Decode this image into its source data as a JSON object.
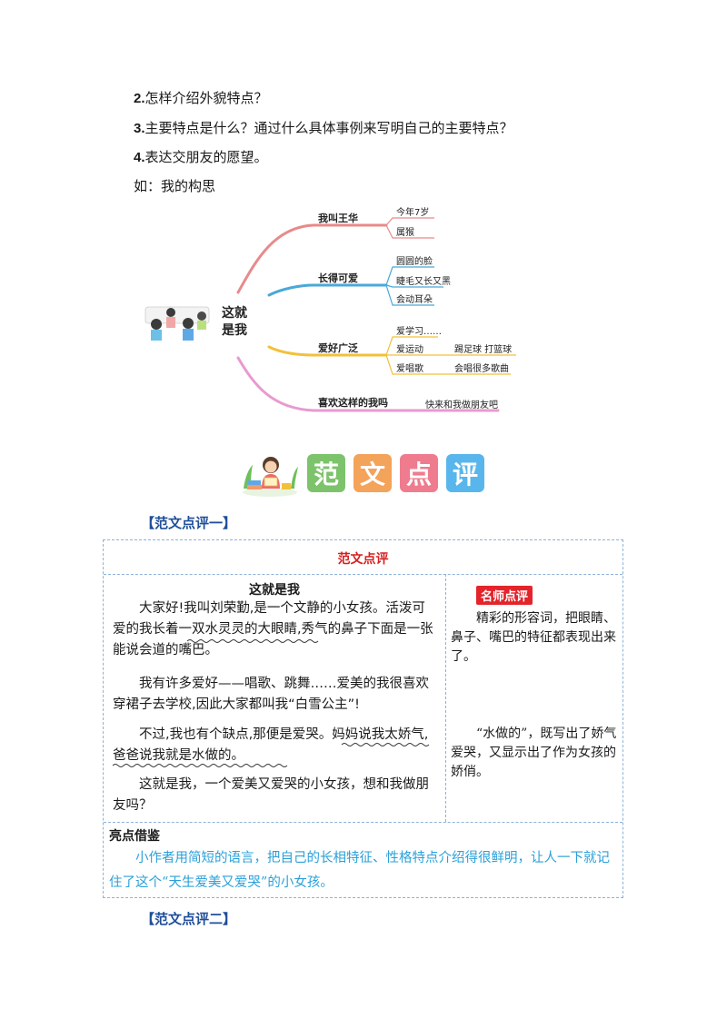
{
  "questions": [
    {
      "num": "2.",
      "text": "怎样介绍外貌特点？"
    },
    {
      "num": "3.",
      "text": "主要特点是什么？通过什么具体事例来写明自己的主要特点？"
    },
    {
      "num": "4.",
      "text": "表达交朋友的愿望。"
    }
  ],
  "example_intro": "如：我的构思",
  "mindmap": {
    "center": [
      "这就",
      "是我"
    ],
    "branches": [
      {
        "label": "我叫王华",
        "color": "#e88a8a",
        "leaves": [
          "今年7岁",
          "属猴"
        ]
      },
      {
        "label": "长得可爱",
        "color": "#4aa8d8",
        "leaves": [
          "圆圆的脸",
          "睫毛又长又黑",
          "会动耳朵"
        ]
      },
      {
        "label": "爱好广泛",
        "color": "#f2c13a",
        "leaves": [
          "爱学习……",
          "爱运动",
          "爱唱歌"
        ],
        "sub": [
          "踢足球  打篮球",
          "会唱很多歌曲"
        ]
      },
      {
        "label": "喜欢这样的我吗",
        "color": "#e89ad0",
        "leaves": [
          "快来和我做朋友吧"
        ]
      }
    ]
  },
  "banner": {
    "chars": [
      "范",
      "文",
      "点",
      "评"
    ],
    "colors": [
      "#7cc36b",
      "#f4a35a",
      "#ef7c8e",
      "#59b6ec"
    ]
  },
  "section1": "【范文点评一】",
  "section2": "【范文点评二】",
  "table": {
    "title": "范文点评",
    "essay_title": "这就是我",
    "paragraphs": [
      "大家好!我叫刘荣勤,是一个文静的小女孩。活泼可爱的我长着一双水灵灵的大眼睛,秀气的鼻子下面是一张能说会道的嘴巴。",
      "我有许多爱好——唱歌、跳舞……爱美的我很喜欢穿裙子去学校,因此大家都叫我“白雪公主”!",
      "不过,我也有个缺点,那便是爱哭。妈妈说我太娇气,爸爸说我就是水做的。",
      "这就是我，一个爱美又爱哭的小女孩，想和我做朋友吗？"
    ],
    "badge": "名师点评",
    "comments": [
      "精彩的形容词，把眼睛、鼻子、嘴巴的特征都表现出来了。",
      "“水做的”，既写出了娇气爱哭，又显示出了作为女孩的娇俏。"
    ],
    "highlight_title": "亮点借鉴",
    "highlight_body": "小作者用简短的语言，把自己的长相特征、性格特点介绍得很鲜明，让人一下就记住了这个“天生爱美又爱哭”的小女孩。"
  }
}
